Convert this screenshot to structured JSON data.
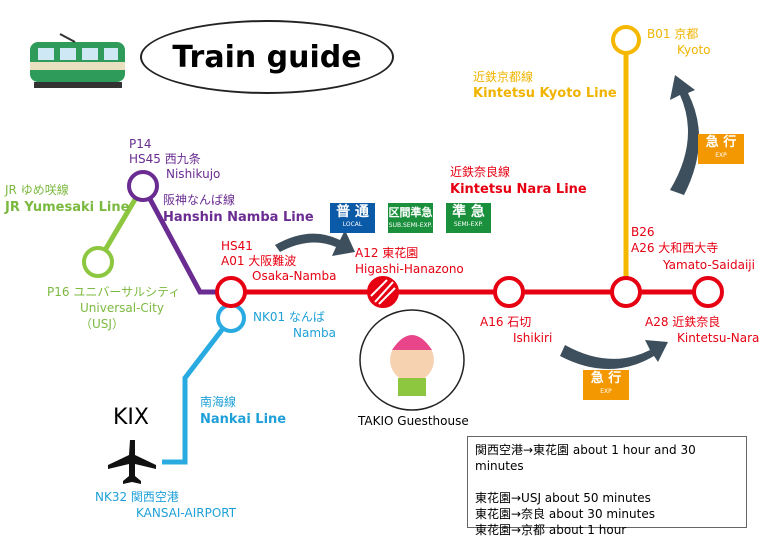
{
  "title": "Train guide",
  "stations": {
    "kyoto": {
      "code": "B01 京都",
      "name": "Kyoto"
    },
    "nishikujo": {
      "code1": "P14",
      "code2": "HS45 西九条",
      "name": "Nishikujo"
    },
    "osaka_namba": {
      "code1": "HS41",
      "code2": "A01 大阪難波",
      "name": "Osaka-Namba"
    },
    "higashi_hanazono": {
      "code": "A12 東花園",
      "name": "Higashi-Hanazono"
    },
    "yamato_saidaiji": {
      "code1": "B26",
      "code2": "A26 大和西大寺",
      "name": "Yamato-Saidaiji"
    },
    "universal_city": {
      "code": "P16 ユニバーサルシティ",
      "name": "Universal-City",
      "sub": "（USJ）"
    },
    "namba": {
      "code": "NK01 なんば",
      "name": "Namba"
    },
    "ishikiri": {
      "code": "A16 石切",
      "name": "Ishikiri"
    },
    "kintetsu_nara": {
      "code": "A28 近鉄奈良",
      "name": "Kintetsu-Nara"
    },
    "kansai_airport": {
      "code": "NK32 関西空港",
      "name": "KANSAI-AIRPORT"
    }
  },
  "lines": {
    "kyoto": {
      "jp": "近鉄京都線",
      "en": "Kintetsu Kyoto Line"
    },
    "nara": {
      "jp": "近鉄奈良線",
      "en": "Kintetsu Nara Line"
    },
    "hanshin": {
      "jp": "阪神なんば線",
      "en": "Hanshin Namba Line"
    },
    "jr": {
      "jp": "JR ゆめ咲線",
      "en": "JR Yumesaki Line"
    },
    "nankai": {
      "jp": "南海線",
      "en": "Nankai Line"
    }
  },
  "signs": {
    "local": {
      "jp": "普 通",
      "en": "LOCAL"
    },
    "subsemi": {
      "jp": "区間準急",
      "en": "SUB.SEMI-EXP."
    },
    "semi": {
      "jp": "準 急",
      "en": "SEMI-EXP."
    },
    "exp": {
      "jp": "急 行",
      "en": "EXP"
    }
  },
  "kix": "KIX",
  "guesthouse": "TAKIO Guesthouse",
  "times": [
    "関西空港→東花園  about 1 hour and 30 minutes",
    "東花園→USJ  about 50 minutes",
    "東花園→奈良  about 30 minutes",
    "東花園→京都  about 1 hour"
  ],
  "colors": {
    "red": "#e60012",
    "purple": "#6a2c91",
    "green": "#8dc63f",
    "blue": "#29abe2",
    "yellow": "#f5b800"
  }
}
